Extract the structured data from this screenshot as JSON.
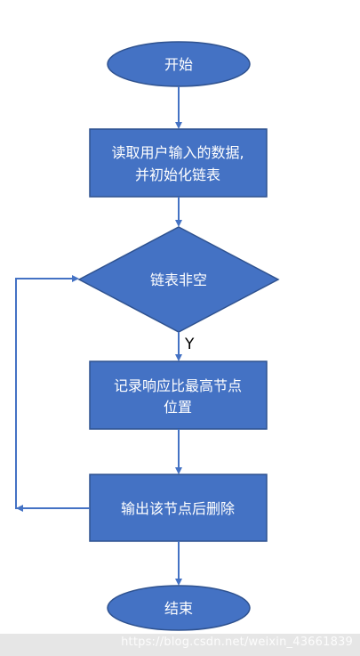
{
  "flowchart": {
    "start": "开始",
    "read_input_line1": "读取用户输入的数据,",
    "read_input_line2": "并初始化链表",
    "condition": "链表非空",
    "yes_label": "Y",
    "record_line1": "记录响应比最高节点",
    "record_line2": "位置",
    "output_delete": "输出该节点后删除",
    "end": "结束"
  },
  "watermark": "https://blog.csdn.net/weixin_43661839",
  "colors": {
    "fill": "#4472c4",
    "stroke": "#2f528f",
    "arrow": "#4472c4"
  }
}
